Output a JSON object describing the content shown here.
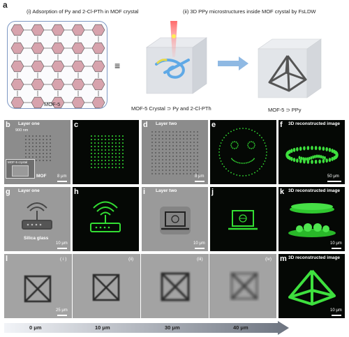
{
  "panel_a": {
    "label": "a",
    "heading_left": "(i) Adsorption of Py and 2-Cl-PTh in MOF crystal",
    "heading_right": "(ii) 3D PPy microstructures inside MOF crystal by FsLDW",
    "mof_label": "MOF-5",
    "crystal_label": "MOF-5 Crystal ⊃ Py and 2-Cl-PTh",
    "ppy_label": "MOF-5 ⊃ PPy",
    "equiv_symbol": "≡"
  },
  "panels": {
    "b": {
      "label": "b",
      "title": "Layer one",
      "annotation": "900 nm",
      "inset": "MOF-5 crystal",
      "sub": "MOF",
      "scale": "8 μm"
    },
    "c": {
      "label": "c"
    },
    "d": {
      "label": "d",
      "title": "Layer two",
      "scale": "8 μm"
    },
    "e": {
      "label": "e"
    },
    "f": {
      "label": "f",
      "title": "3D reconstructed image",
      "scale": "50 μm"
    },
    "g": {
      "label": "g",
      "title": "Layer one",
      "sub": "Silica glass",
      "scale": "10 μm"
    },
    "h": {
      "label": "h"
    },
    "i": {
      "label": "i",
      "title": "Layer two",
      "scale": "10 μm"
    },
    "j": {
      "label": "j"
    },
    "k": {
      "label": "k",
      "title": "3D reconstructed image",
      "scale": "10 μm"
    },
    "l": {
      "label": "l",
      "scale": "25 μm",
      "subs": [
        "( i )",
        "(ii)",
        "(iii)",
        "(iv)"
      ]
    },
    "m": {
      "label": "m",
      "title": "3D reconstructed image",
      "scale": "10 μm"
    }
  },
  "depth_axis": [
    "0 μm",
    "10 μm",
    "30 μm",
    "40 μm"
  ],
  "colors": {
    "fluor_green": "#33dd33",
    "bg_dark": "#050805",
    "grey_panel": "#8a8a8a",
    "arrow_blue": "#8fb9e3"
  }
}
